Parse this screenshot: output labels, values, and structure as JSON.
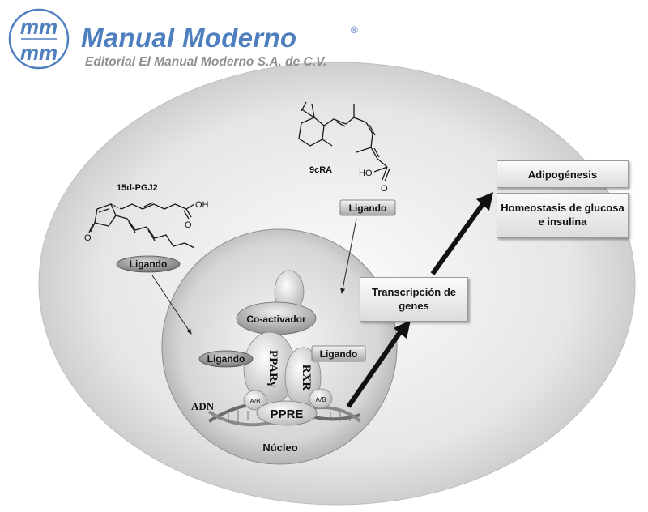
{
  "logo": {
    "monogram": "mm",
    "title": "Manual Moderno",
    "registered": "®",
    "subtitle": "Editorial El Manual Moderno S.A. de C.V."
  },
  "molecules": {
    "pgj2_name": "15d-PGJ2",
    "pgj2_oh": "OH",
    "pgj2_o": "O",
    "cra_name": "9cRA",
    "cra_ho": "HO",
    "cra_o": "O"
  },
  "ligands": {
    "pgj2_ligand": "Ligando",
    "cra_ligand": "Ligando",
    "ppar_ligand": "Ligando",
    "rxr_ligand": "Ligando"
  },
  "nucleus": {
    "coactivator": "Co-activador",
    "ppar": "PPARγ",
    "rxr": "RXR",
    "ab_left": "A/B",
    "ab_right": "A/B",
    "ppre": "PPRE",
    "dna": "ADN",
    "label": "Núcleo"
  },
  "outputs": {
    "transcription": "Transcripción de genes",
    "adipogenesis": "Adipogénesis",
    "homeostasis": "Homeostasis de glucosa e insulina"
  }
}
